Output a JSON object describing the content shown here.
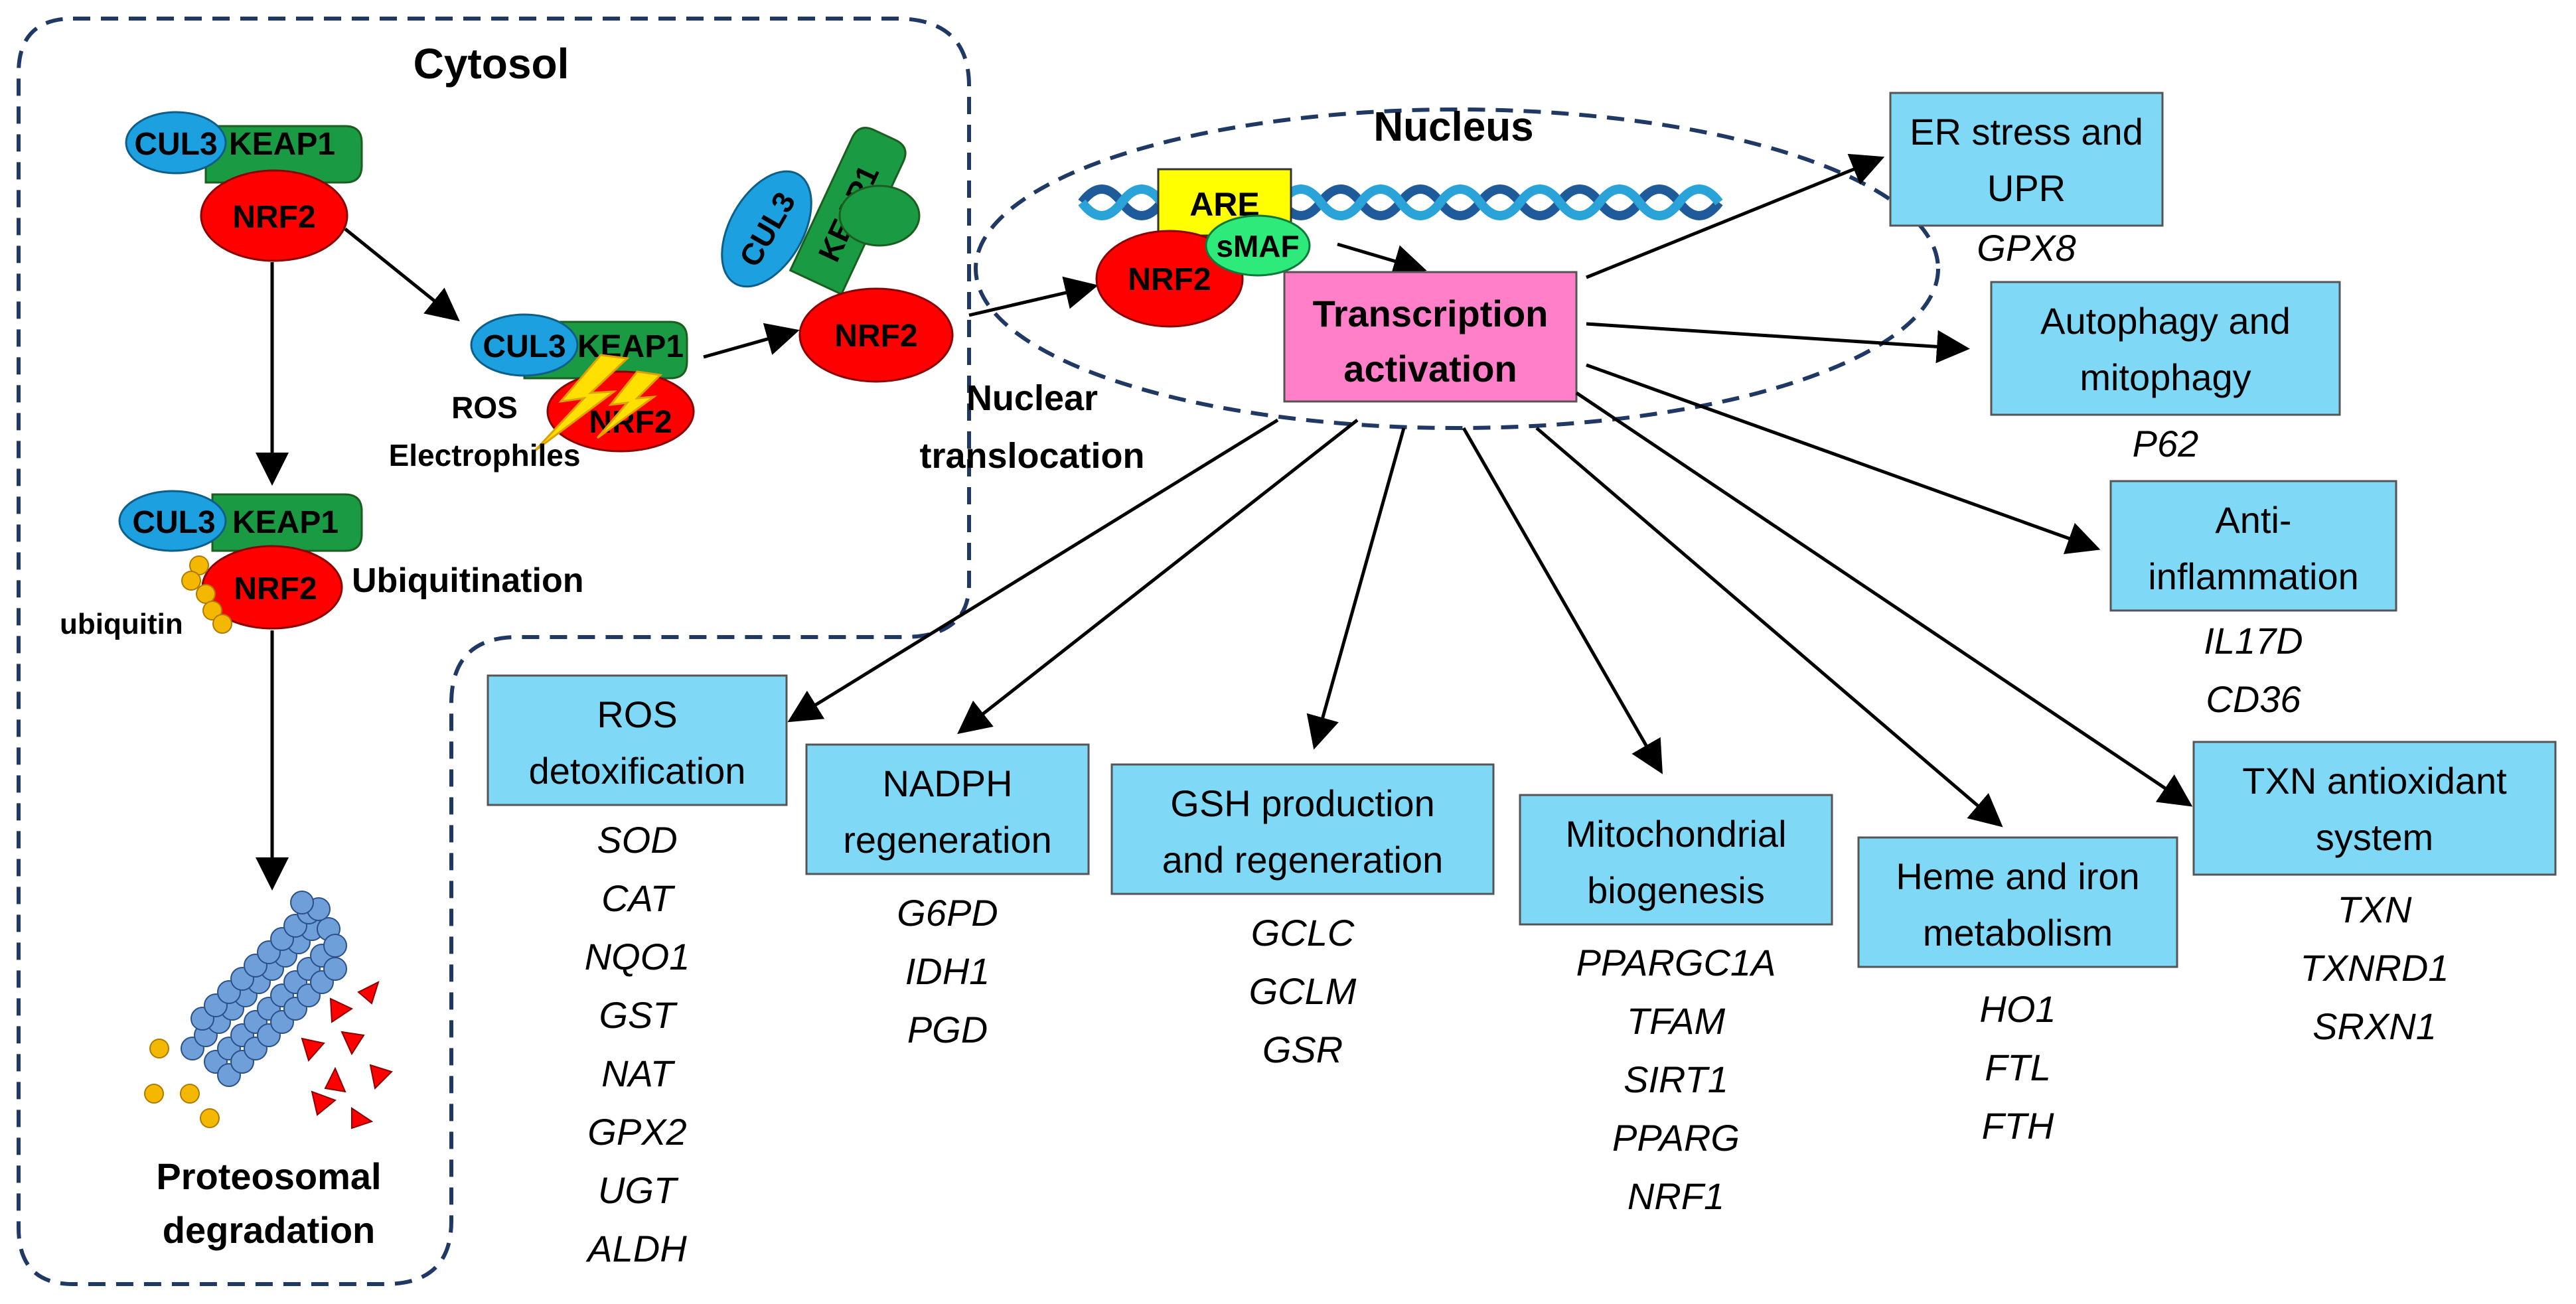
{
  "compartments": {
    "cytosol": "Cytosol",
    "nucleus": "Nucleus"
  },
  "proteins": {
    "cul3": "CUL3",
    "keap1": "KEAP1",
    "nrf2": "NRF2",
    "are": "ARE",
    "smaf": "sMAF"
  },
  "labels": {
    "ros": "ROS",
    "electrophiles": "Electrophiles",
    "ubiquitination": "Ubiquitination",
    "ubiquitin": "ubiquitin",
    "proteosomal_1": "Proteosomal",
    "proteosomal_2": "degradation",
    "nuclear_1": "Nuclear",
    "nuclear_2": "translocation",
    "transcription_1": "Transcription",
    "transcription_2": "activation"
  },
  "targets": [
    {
      "title": [
        "ER stress and",
        "UPR"
      ],
      "genes": [
        "GPX8"
      ]
    },
    {
      "title": [
        "Autophagy and",
        "mitophagy"
      ],
      "genes": [
        "P62"
      ]
    },
    {
      "title": [
        "Anti-",
        "inflammation"
      ],
      "genes": [
        "IL17D",
        "CD36"
      ]
    },
    {
      "title": [
        "ROS",
        "detoxification"
      ],
      "genes": [
        "SOD",
        "CAT",
        "NQO1",
        "GST",
        "NAT",
        "GPX2",
        "UGT",
        "ALDH"
      ]
    },
    {
      "title": [
        "NADPH",
        "regeneration"
      ],
      "genes": [
        "G6PD",
        "IDH1",
        "PGD"
      ]
    },
    {
      "title": [
        "GSH production",
        "and regeneration"
      ],
      "genes": [
        "GCLC",
        "GCLM",
        "GSR"
      ]
    },
    {
      "title": [
        "Mitochondrial",
        "biogenesis"
      ],
      "genes": [
        "PPARGC1A",
        "TFAM",
        "SIRT1",
        "PPARG",
        "NRF1"
      ]
    },
    {
      "title": [
        "Heme and iron",
        "metabolism"
      ],
      "genes": [
        "HO1",
        "FTL",
        "FTH"
      ]
    },
    {
      "title": [
        "TXN antioxidant",
        "system"
      ],
      "genes": [
        "TXN",
        "TXNRD1",
        "SRXN1"
      ]
    }
  ],
  "colors": {
    "cul3": "#1ca0e0",
    "keap1": "#1b9a44",
    "nrf2": "#ff0000",
    "are": "#ffff00",
    "smaf": "#2eea7a",
    "target_box": "#7fd8f6",
    "transcription_box": "#ff80c8",
    "dashed_border": "#1f3864",
    "proteasome": "#6f9fd8",
    "ubiquitin": "#f5b800"
  }
}
